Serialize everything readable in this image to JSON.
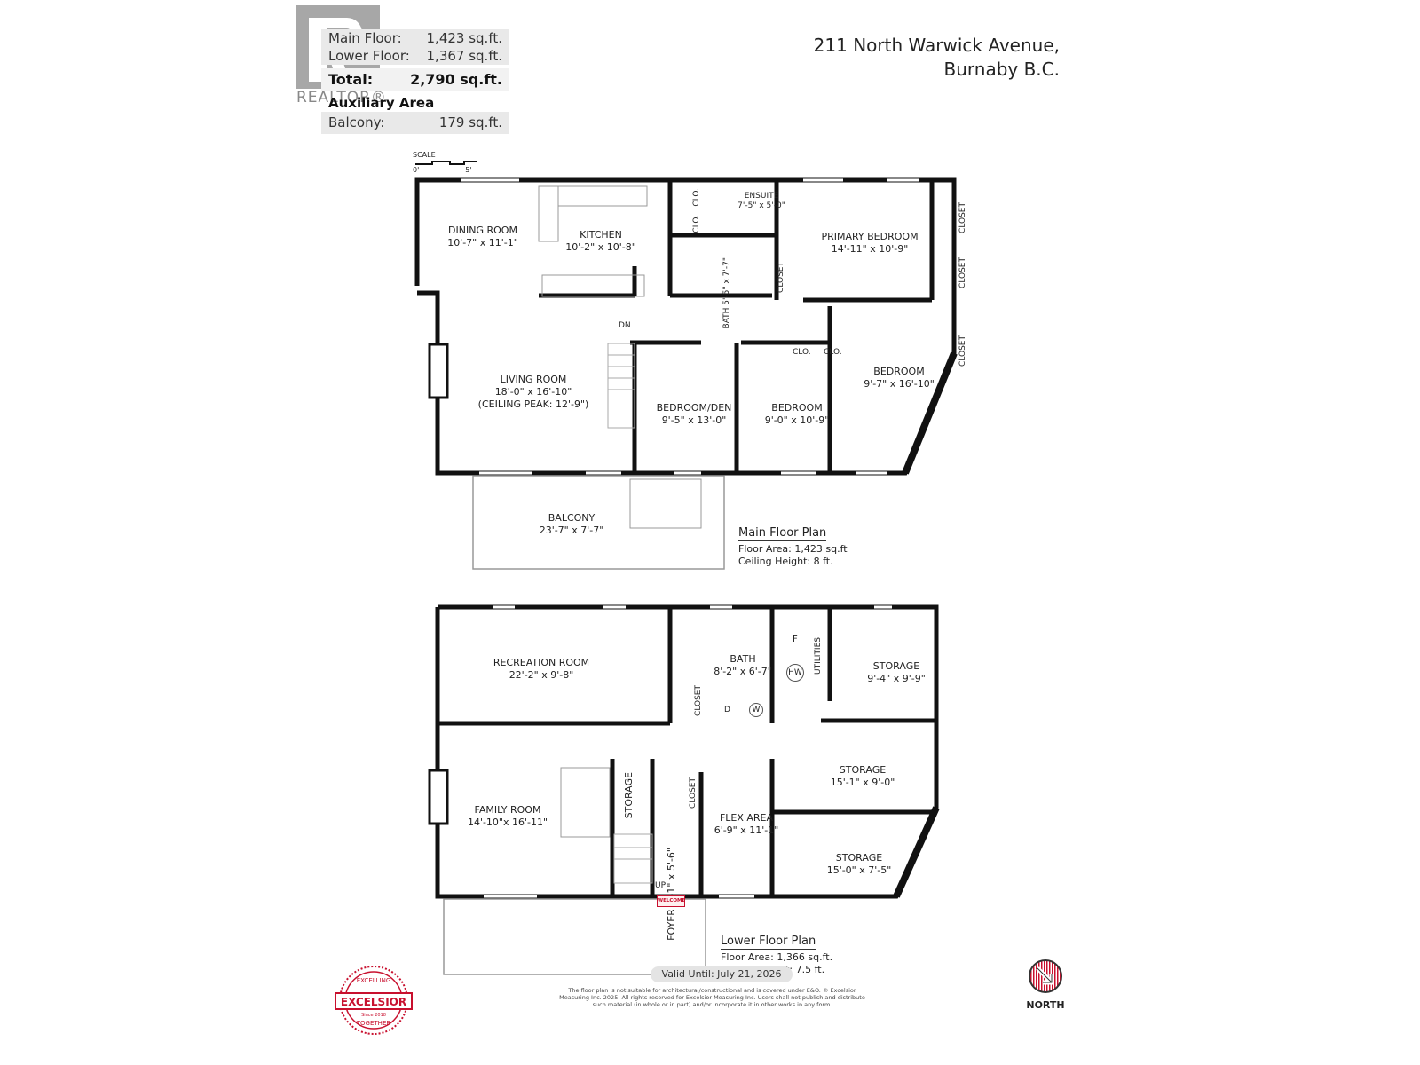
{
  "header": {
    "address_line1": "211 North Warwick Avenue,",
    "address_line2": "Burnaby B.C.",
    "realtor_logo_text": "REALTOR®"
  },
  "areas": {
    "rows": [
      {
        "label": "Main Floor:",
        "value": "1,423 sq.ft."
      },
      {
        "label": "Lower Floor:",
        "value": "1,367 sq.ft."
      }
    ],
    "total": {
      "label": "Total:",
      "value": "2,790 sq.ft."
    },
    "auxiliary_heading": "Auxiliary Area",
    "auxiliary": [
      {
        "label": "Balcony:",
        "value": "179 sq.ft."
      }
    ]
  },
  "scale": {
    "label": "SCALE",
    "start": "0'",
    "end": "5'"
  },
  "main_floor": {
    "info": {
      "title": "Main Floor Plan",
      "floor_area": "Floor Area: 1,423 sq.ft",
      "ceiling_height": "Ceiling Height: 8 ft."
    },
    "rooms": [
      {
        "name": "DINING ROOM",
        "dims": "10'-7\" x 11'-1\""
      },
      {
        "name": "KITCHEN",
        "dims": "10'-2\" x 10'-8\""
      },
      {
        "name": "ENSUITE",
        "dims": "7'-5\" x 5'-0\""
      },
      {
        "name": "PRIMARY BEDROOM",
        "dims": "14'-11\" x 10'-9\""
      },
      {
        "name": "BATH",
        "dims": "5'-5\" x 7'-7\""
      },
      {
        "name": "LIVING ROOM",
        "dims": "18'-0\" x 16'-10\"",
        "note": "(CEILING PEAK: 12'-9\")"
      },
      {
        "name": "BEDROOM/DEN",
        "dims": "9'-5\" x 13'-0\""
      },
      {
        "name": "BEDROOM",
        "dims": "9'-0\" x 10'-9\""
      },
      {
        "name": "BEDROOM",
        "dims": "9'-7\" x 16'-10\""
      },
      {
        "name": "BALCONY",
        "dims": "23'-7\" x 7'-7\""
      }
    ],
    "small_labels": {
      "clo": "CLO.",
      "closet": "CLOSET",
      "dn": "DN"
    }
  },
  "lower_floor": {
    "info": {
      "title": "Lower Floor Plan",
      "floor_area": "Floor Area: 1,366 sq.ft.",
      "ceiling_height": "Ceiling Height: 7.5 ft."
    },
    "rooms": [
      {
        "name": "RECREATION ROOM",
        "dims": "22'-2\" x 9'-8\""
      },
      {
        "name": "BATH",
        "dims": "8'-2\" x 6'-7\""
      },
      {
        "name": "UTILITIES",
        "dims": ""
      },
      {
        "name": "STORAGE",
        "dims": "9'-4\" x 9'-9\""
      },
      {
        "name": "STORAGE",
        "dims": "15'-1\" x 9'-0\""
      },
      {
        "name": "FAMILY ROOM",
        "dims": "14'-10\"x 16'-11\""
      },
      {
        "name": "STORAGE",
        "dims": ""
      },
      {
        "name": "FLEX AREA",
        "dims": "6'-9\" x 11'-1\""
      },
      {
        "name": "FOYER",
        "dims": "8'-1\" x 5'-6\""
      },
      {
        "name": "STORAGE",
        "dims": "15'-0\" x 7'-5\""
      }
    ],
    "small_labels": {
      "closet": "CLOSET",
      "up": "UP",
      "f": "F",
      "hw": "HW",
      "d": "D",
      "w": "W",
      "welcome": "WELCOME"
    }
  },
  "footer": {
    "valid_until": "Valid Until: July 21, 2026",
    "disclaimer": "The floor plan is not suitable for architectural/constructional and is covered under E&O. © Excelsior Measuring Inc. 2025. All rights reserved for Excelsior Measuring Inc. Users shall not publish and distribute such material (in whole or in part) and/or incorporate it in other works in any form.",
    "badge": {
      "top": "EXCELLING",
      "main": "EXCELSIOR",
      "bottom": "TOGETHER",
      "since": "Since 2018"
    },
    "north_label": "NORTH"
  },
  "colors": {
    "wall": "#111111",
    "brand_red": "#c8102e",
    "pill": "#e4e4e4",
    "table_bg": "#e9e9e9"
  }
}
